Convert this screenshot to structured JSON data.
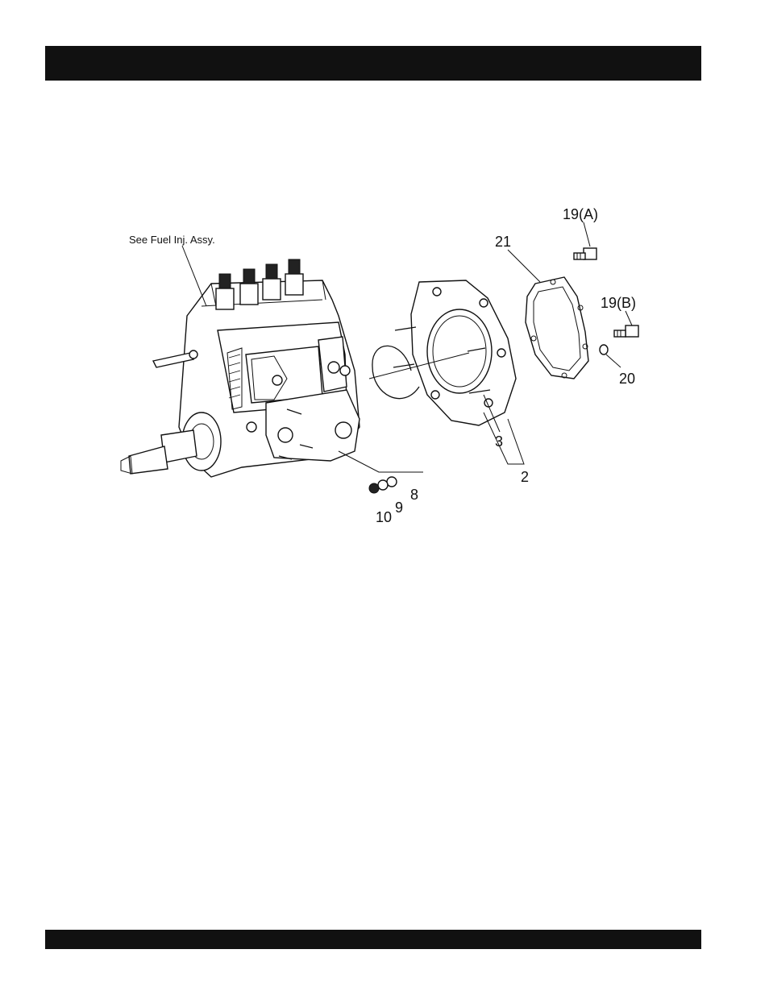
{
  "header": {
    "color": "#111111"
  },
  "footer": {
    "color": "#111111"
  },
  "diagram": {
    "callouts": {
      "see_fuel_inj": "See Fuel Inj. Assy.",
      "c19a": "19(A)",
      "c19b": "19(B)",
      "c20": "20",
      "c21": "21",
      "c3": "3",
      "c2": "2",
      "c8": "8",
      "c9": "9",
      "c10": "10"
    }
  }
}
